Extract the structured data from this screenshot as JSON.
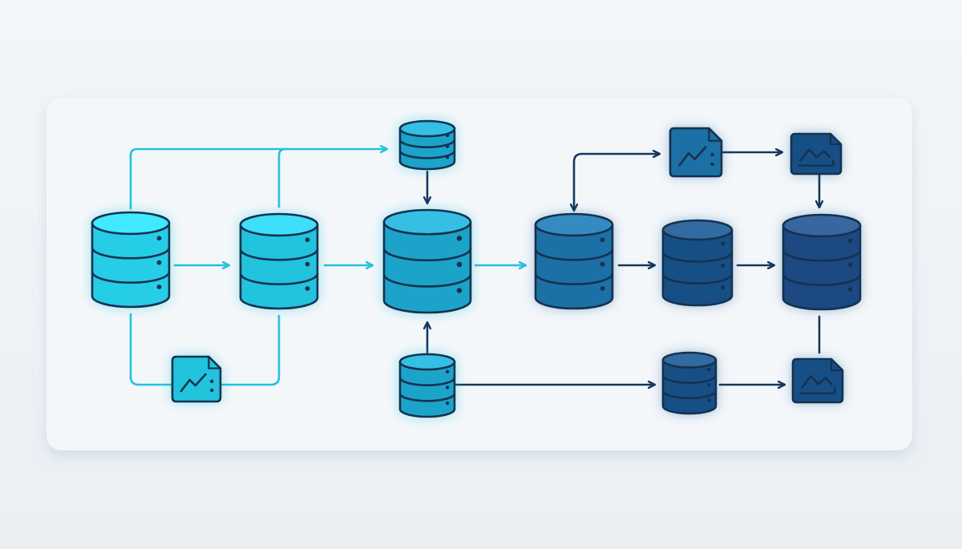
{
  "diagram": {
    "kind": "data-pipeline",
    "colors": {
      "background": "#eef2f6",
      "panel": "#f4f7fa",
      "outline": "#14304f",
      "cyan_connector": "#22c2dd",
      "navy_connector": "#15385c",
      "stage_fills": [
        "#25cde6",
        "#22c3dd",
        "#1aa3c9",
        "#1a6fa5",
        "#174f86",
        "#1b4a82"
      ]
    },
    "nodes": [
      {
        "id": "db-source",
        "shape": "database",
        "stage": 0
      },
      {
        "id": "db-stage-2",
        "shape": "database",
        "stage": 1
      },
      {
        "id": "db-top-feed",
        "shape": "database",
        "stage": 2
      },
      {
        "id": "db-central",
        "shape": "database",
        "stage": 2
      },
      {
        "id": "db-bottom-feed",
        "shape": "database",
        "stage": 2
      },
      {
        "id": "db-stage-4",
        "shape": "database",
        "stage": 3
      },
      {
        "id": "db-stage-5",
        "shape": "database",
        "stage": 4
      },
      {
        "id": "db-bottom-mid",
        "shape": "database",
        "stage": 4
      },
      {
        "id": "db-final",
        "shape": "database",
        "stage": 5
      },
      {
        "id": "chart-doc-lower-left",
        "shape": "chart-document",
        "icon": "line-chart-icon",
        "stage": 1
      },
      {
        "id": "chart-doc-top-mid",
        "shape": "chart-document",
        "icon": "line-chart-icon",
        "stage": 3
      },
      {
        "id": "chart-doc-top-right",
        "shape": "chart-document",
        "icon": "area-chart-icon",
        "stage": 4
      },
      {
        "id": "chart-doc-bottom-right",
        "shape": "chart-document",
        "icon": "area-chart-icon",
        "stage": 4
      }
    ],
    "edges": [
      {
        "from": "db-source",
        "to": "db-stage-2",
        "color": "cyan"
      },
      {
        "from": "db-stage-2",
        "to": "db-central",
        "color": "cyan"
      },
      {
        "from": "db-source",
        "to": "db-top-feed",
        "color": "cyan"
      },
      {
        "from": "db-stage-2",
        "to": "db-top-feed",
        "color": "cyan",
        "arrowhead": false
      },
      {
        "from": "db-source",
        "to": "chart-doc-lower-left",
        "color": "cyan",
        "arrowhead": false
      },
      {
        "from": "chart-doc-lower-left",
        "to": "db-stage-2",
        "color": "cyan",
        "arrowhead": false
      },
      {
        "from": "db-top-feed",
        "to": "db-central",
        "color": "navy"
      },
      {
        "from": "db-bottom-feed",
        "to": "db-central",
        "color": "navy"
      },
      {
        "from": "db-central",
        "to": "db-stage-4",
        "color": "cyan"
      },
      {
        "from": "db-stage-4",
        "to": "db-stage-5",
        "color": "navy"
      },
      {
        "from": "db-stage-5",
        "to": "db-final",
        "color": "navy"
      },
      {
        "from": "chart-doc-top-mid",
        "to": "db-stage-4",
        "color": "navy"
      },
      {
        "from": "db-stage-4",
        "to": "chart-doc-top-mid",
        "color": "navy"
      },
      {
        "from": "chart-doc-top-mid",
        "to": "chart-doc-top-right",
        "color": "navy"
      },
      {
        "from": "chart-doc-top-right",
        "to": "db-final",
        "color": "navy"
      },
      {
        "from": "db-bottom-feed",
        "to": "db-bottom-mid",
        "color": "navy"
      },
      {
        "from": "db-bottom-mid",
        "to": "chart-doc-bottom-right",
        "color": "navy"
      },
      {
        "from": "db-final",
        "to": "chart-doc-bottom-right",
        "color": "navy",
        "arrowhead": false
      }
    ]
  }
}
